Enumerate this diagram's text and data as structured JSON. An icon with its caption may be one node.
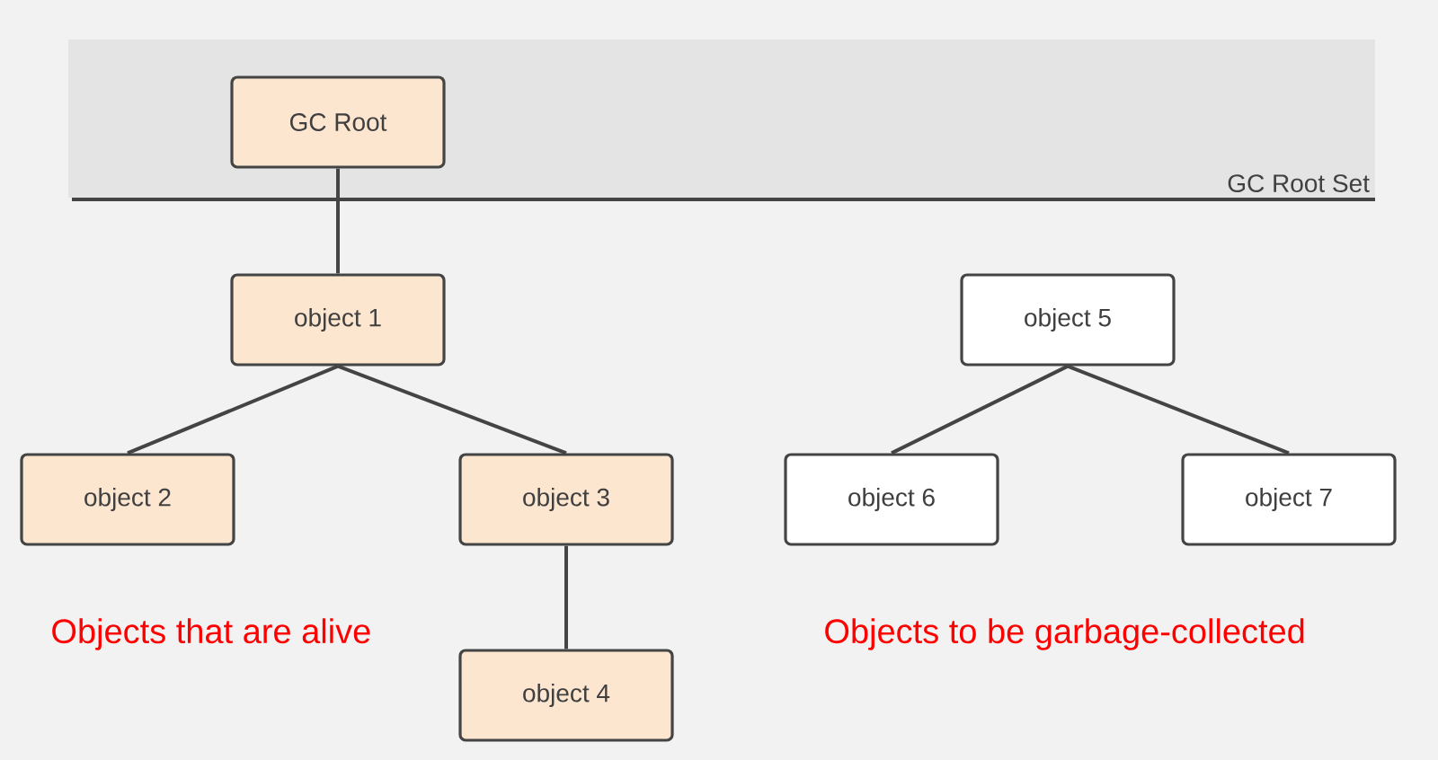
{
  "diagram": {
    "nodes": [
      {
        "text": [
          "GC Root Set"
        ]
      },
      {
        "text": [
          "GC Root"
        ],
        "in": 0
      },
      {
        "text": [
          "object 1"
        ]
      },
      {
        "text": [
          "object 2"
        ]
      },
      {
        "text": [
          "object 3"
        ]
      },
      {
        "text": [
          "object 4"
        ]
      },
      {
        "text": [
          "object 5"
        ]
      },
      {
        "text": [
          "object 6"
        ]
      },
      {
        "text": [
          "object 7"
        ]
      }
    ],
    "edges": [
      {
        "from": 1,
        "to": 2,
        "arrow": "none"
      },
      {
        "from": 2,
        "to": 3,
        "arrow": "none"
      },
      {
        "from": 2,
        "to": 4,
        "arrow": "none"
      },
      {
        "from": 4,
        "to": 5,
        "arrow": "none"
      },
      {
        "from": 6,
        "to": 7,
        "arrow": "none"
      },
      {
        "from": 6,
        "to": 8,
        "arrow": "none"
      }
    ],
    "labels": [
      "Objects that are alive",
      "Objects to be garbage-collected"
    ]
  }
}
